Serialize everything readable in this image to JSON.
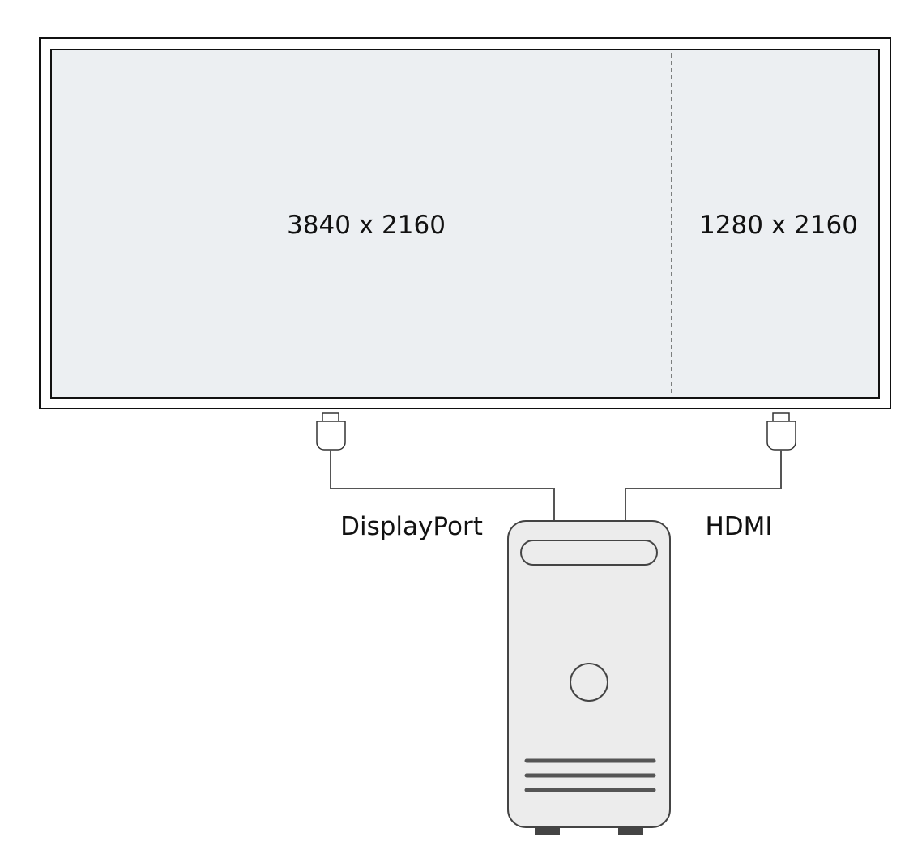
{
  "display": {
    "primary_zone": {
      "resolution": "3840 x 2160"
    },
    "secondary_zone": {
      "resolution": "1280 x 2160"
    }
  },
  "connections": {
    "left": {
      "label": "DisplayPort"
    },
    "right": {
      "label": "HDMI"
    }
  },
  "colors": {
    "screen_fill": "#eceff2",
    "tower_fill": "#ececec",
    "outline": "#111111",
    "wire": "#555555",
    "vent": "#555555"
  },
  "icons": [
    "displayport-connector-icon",
    "hdmi-connector-icon",
    "computer-tower-icon",
    "power-button-icon"
  ]
}
